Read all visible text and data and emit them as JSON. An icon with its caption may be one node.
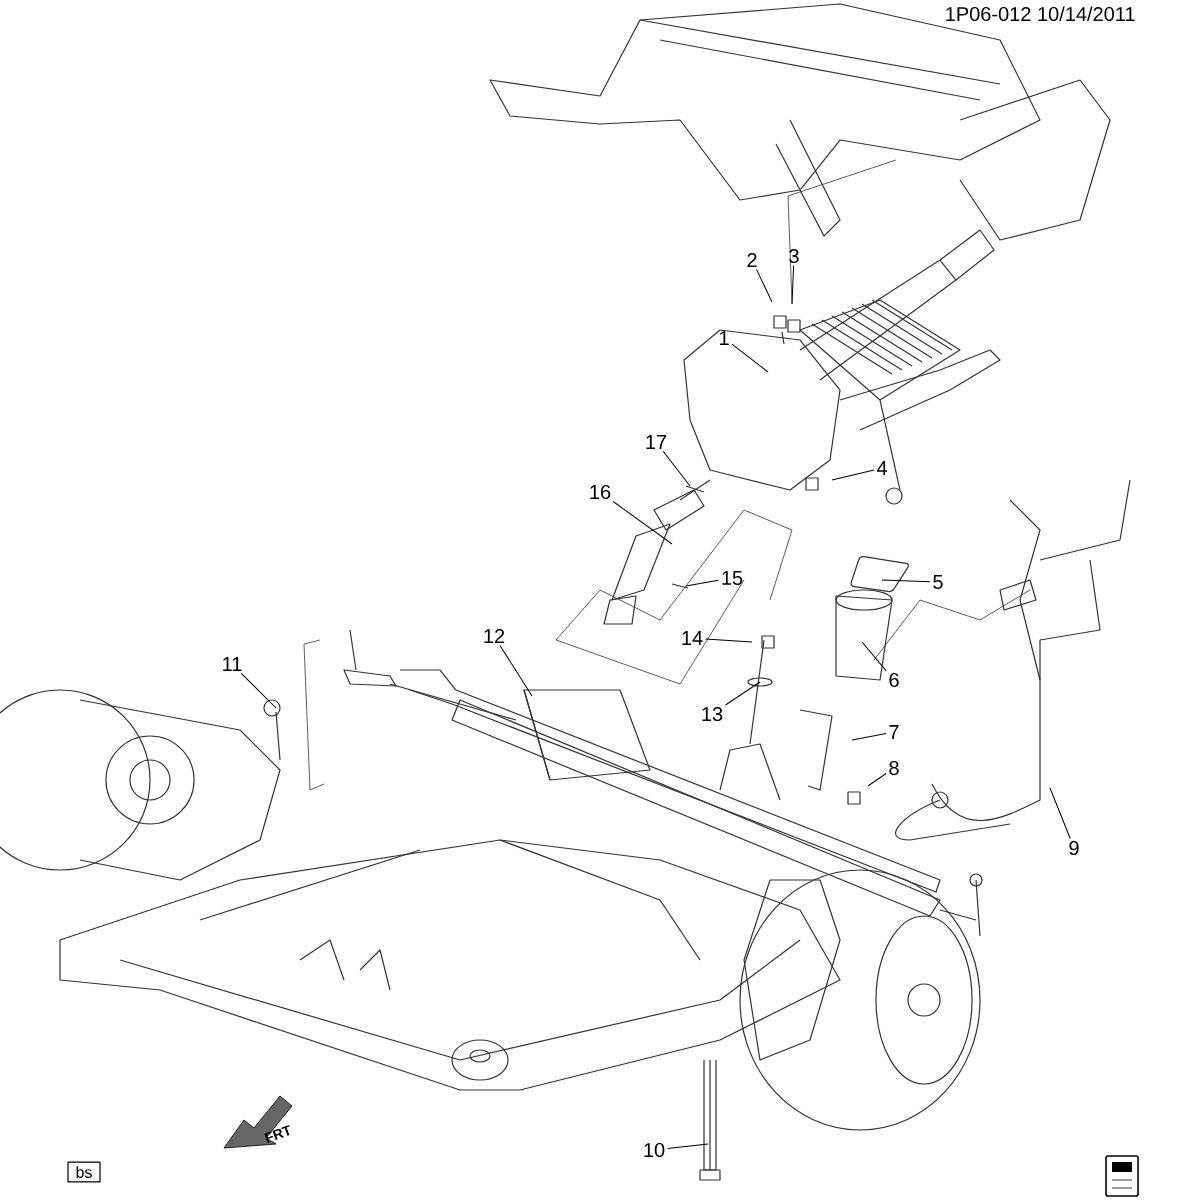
{
  "diagram": {
    "nodes": [
      {
        "text": [
          "1"
        ]
      },
      {
        "text": [
          "2"
        ]
      },
      {
        "text": [
          "3"
        ]
      },
      {
        "text": [
          "4"
        ]
      },
      {
        "text": [
          "5"
        ]
      },
      {
        "text": [
          "6"
        ]
      },
      {
        "text": [
          "7"
        ]
      },
      {
        "text": [
          "8"
        ]
      },
      {
        "text": [
          "9"
        ]
      },
      {
        "text": [
          "10"
        ]
      },
      {
        "text": [
          "11"
        ]
      },
      {
        "text": [
          "12"
        ]
      },
      {
        "text": [
          "13"
        ]
      },
      {
        "text": [
          "14"
        ]
      },
      {
        "text": [
          "15"
        ]
      },
      {
        "text": [
          "16"
        ]
      },
      {
        "text": [
          "17"
        ]
      }
    ],
    "edges": [
      {
        "from": 0,
        "to": null,
        "arrow": "none"
      },
      {
        "from": 1,
        "to": null,
        "arrow": "none"
      },
      {
        "from": 2,
        "to": null,
        "arrow": "none"
      },
      {
        "from": 3,
        "to": null,
        "arrow": "none"
      },
      {
        "from": 4,
        "to": null,
        "arrow": "none"
      },
      {
        "from": 5,
        "to": null,
        "arrow": "none"
      },
      {
        "from": 6,
        "to": null,
        "arrow": "none"
      },
      {
        "from": 7,
        "to": null,
        "arrow": "none"
      },
      {
        "from": 8,
        "to": null,
        "arrow": "none"
      },
      {
        "from": 9,
        "to": null,
        "arrow": "none"
      },
      {
        "from": 10,
        "to": null,
        "arrow": "none"
      },
      {
        "from": 11,
        "to": null,
        "arrow": "none"
      },
      {
        "from": 12,
        "to": null,
        "arrow": "none"
      },
      {
        "from": 13,
        "to": null,
        "arrow": "none"
      },
      {
        "from": 14,
        "to": null,
        "arrow": "none"
      },
      {
        "from": 15,
        "to": null,
        "arrow": "none"
      },
      {
        "from": 16,
        "to": null,
        "arrow": "none"
      }
    ],
    "labels": [
      "1P06-012 10/14/2011",
      "FRT",
      "bs"
    ]
  }
}
